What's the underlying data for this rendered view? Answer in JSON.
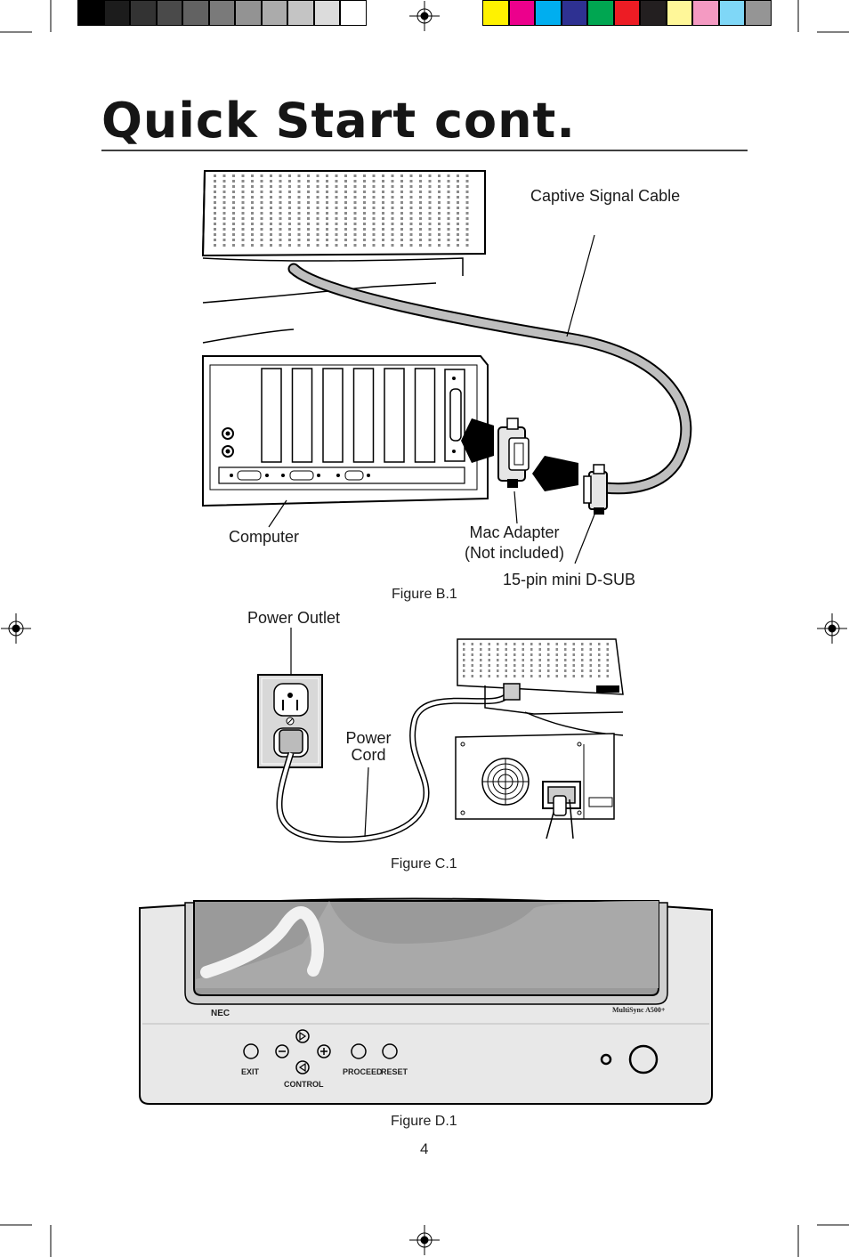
{
  "page": {
    "title": "Quick Start cont.",
    "page_number": "4"
  },
  "print_marks": {
    "grayscale_swatches": [
      "#000000",
      "#1c1c1c",
      "#333333",
      "#4a4a4a",
      "#626262",
      "#7a7a7a",
      "#939393",
      "#ababab",
      "#c4c4c4",
      "#dcdcdc",
      "#ffffff"
    ],
    "color_swatches": [
      "#fff200",
      "#ec008c",
      "#00aeef",
      "#2e3192",
      "#00a651",
      "#ed1c24",
      "#231f20",
      "#fff799",
      "#f49ac2",
      "#7fd7f7",
      "#959595"
    ]
  },
  "figure_b1": {
    "caption": "Figure B.1",
    "labels": {
      "captive_signal_cable": "Captive Signal Cable",
      "computer": "Computer",
      "mac_adapter": "Mac Adapter",
      "mac_adapter_note": "(Not included)",
      "mini_dsub": "15-pin mini D-SUB"
    }
  },
  "figure_c1": {
    "caption": "Figure C.1",
    "labels": {
      "power_outlet": "Power Outlet",
      "power_cord": "Power Cord"
    }
  },
  "figure_d1": {
    "caption": "Figure D.1",
    "brand": "NEC",
    "model": "MultiSync A500+",
    "buttons": {
      "exit": "EXIT",
      "control": "CONTROL",
      "proceed": "PROCEED",
      "reset": "RESET"
    }
  }
}
